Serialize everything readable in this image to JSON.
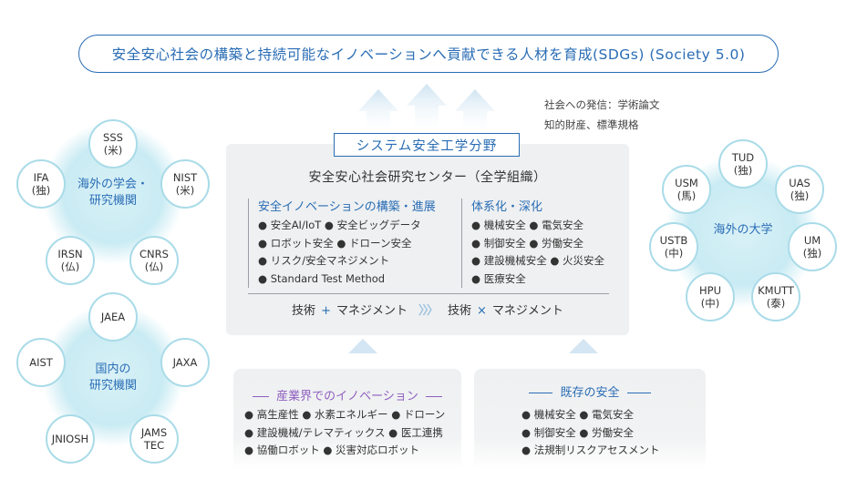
{
  "banner": {
    "text": "安全安心社会の構築と持続可能なイノベーションへ貢献できる人材を育成(SDGs) (Society 5.0)"
  },
  "society_output": {
    "line1": "社会への発信：学術論文",
    "line2": "知的財産、標準規格"
  },
  "center": {
    "field_label": "システム安全工学分野",
    "title": "安全安心社会研究センター（全学組織）",
    "left_col": {
      "heading": "安全イノベーションの構築・進展",
      "items": [
        "● 安全AI/IoT ● 安全ビッグデータ",
        "● ロボット安全 ● ドローン安全",
        "● リスク/安全マネジメント",
        "● Standard Test Method"
      ]
    },
    "right_col": {
      "heading": "体系化・深化",
      "items": [
        "● 機械安全 ● 電気安全",
        "● 制御安全 ● 労働安全",
        "● 建設機械安全 ● 火災安全",
        "● 医療安全"
      ]
    },
    "formula": {
      "left": "技術",
      "plus": "+",
      "mgmt1": "マネジメント",
      "chevrons": "〉〉〉",
      "right": "技術",
      "times": "×",
      "mgmt2": "マネジメント"
    }
  },
  "industry": {
    "title": "産業界でのイノベーション",
    "items": [
      "● 高生産性 ● 水素エネルギー ● ドローン",
      "● 建設機械/テレマティックス ● 医工連携",
      "● 協働ロボット ● 災害対応ロボット"
    ]
  },
  "existing": {
    "title": "既存の安全",
    "items": [
      "● 機械安全 ● 電気安全",
      "● 制御安全 ● 労働安全",
      "● 法規制リスクアセスメント"
    ]
  },
  "overseas_societies": {
    "label": "海外の学会・\n研究機関",
    "nodes": [
      "SSS\n(米)",
      "NIST\n(米)",
      "CNRS\n(仏)",
      "IRSN\n(仏)",
      "IFA\n(独)"
    ]
  },
  "domestic": {
    "label": "国内の\n研究機関",
    "nodes": [
      "JAEA",
      "JAXA",
      "JAMS\nTEC",
      "JNIOSH",
      "AIST"
    ]
  },
  "overseas_univ": {
    "label": "海外の大学",
    "nodes": [
      "TUD\n(独)",
      "UAS\n(独)",
      "UM\n(独)",
      "KMUTT\n(泰)",
      "HPU\n(中)",
      "USTB\n(中)",
      "USM\n(馬)"
    ]
  },
  "colors": {
    "accent_blue": "#2a6db5",
    "industry_purple": "#8f5fbf",
    "existing_blue": "#2a6db5",
    "node_ring": "#a9dbe8"
  }
}
